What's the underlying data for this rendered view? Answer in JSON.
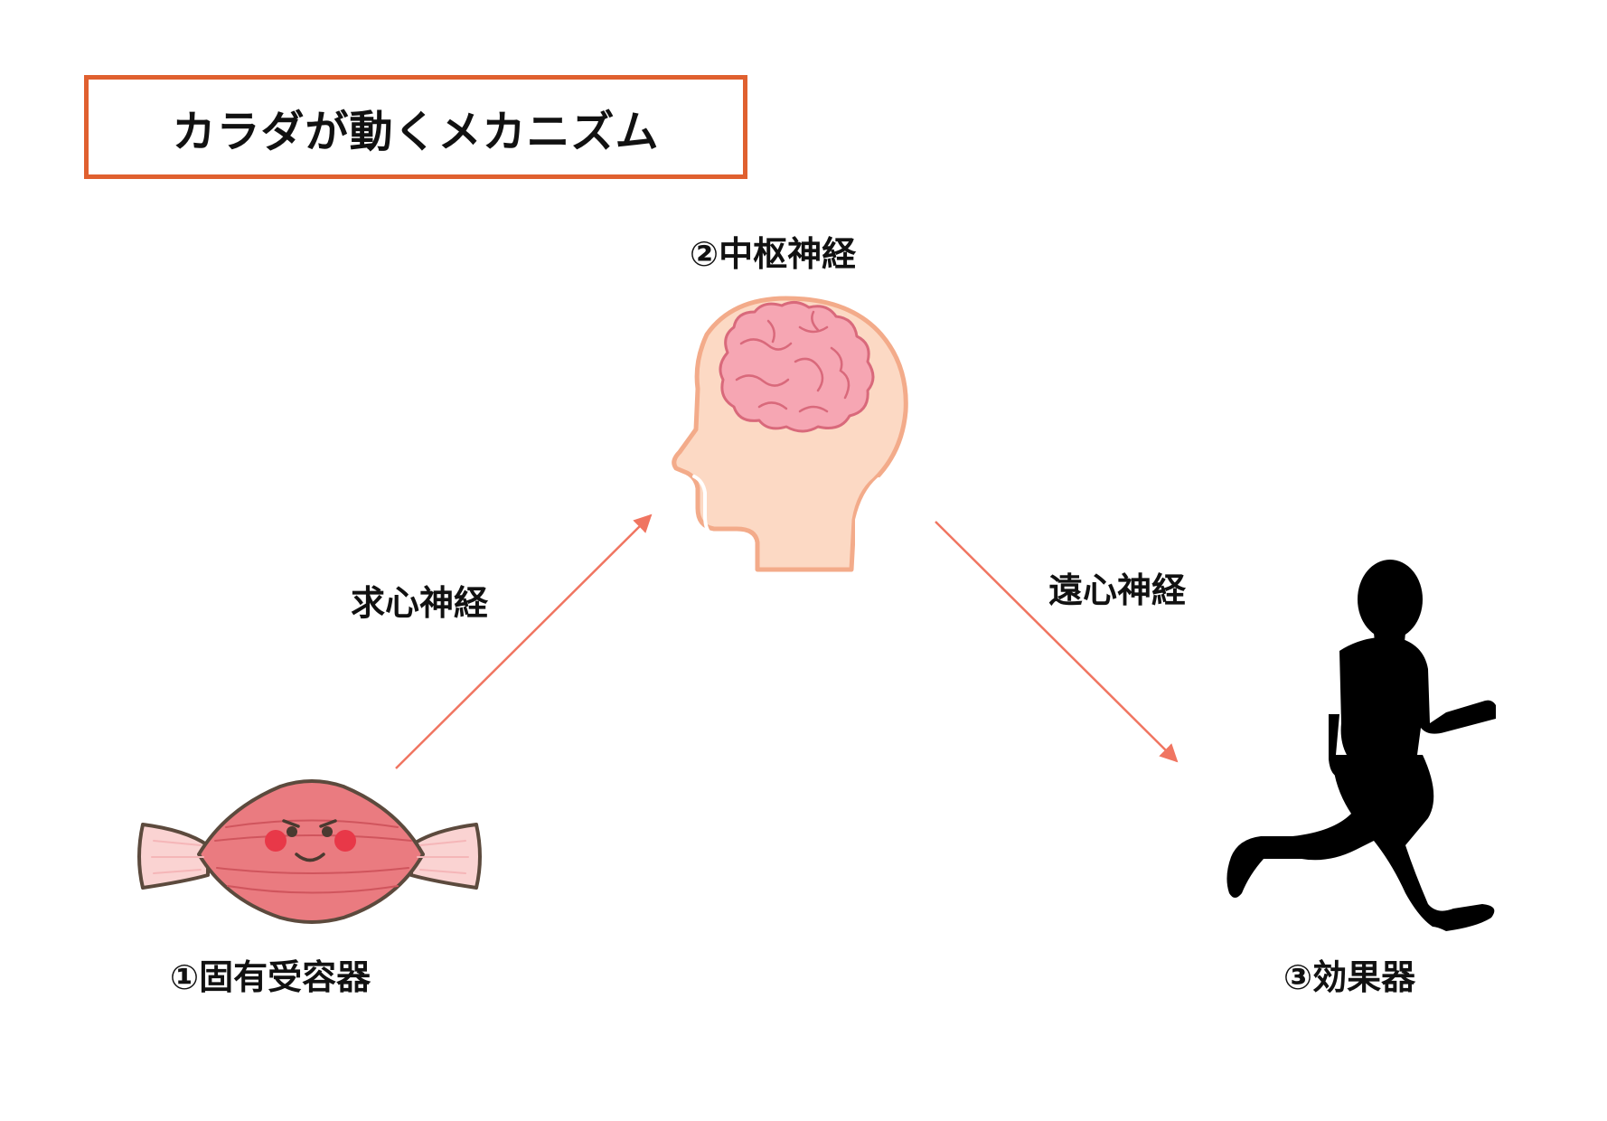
{
  "title": "カラダが動くメカニズム",
  "nodes": {
    "receptor": {
      "label": "①固有受容器",
      "icon": "muscle-icon"
    },
    "cns": {
      "label": "②中枢神経",
      "icon": "brain-head-icon"
    },
    "effector": {
      "label": "③効果器",
      "icon": "running-person-icon"
    }
  },
  "edges": {
    "afferent": {
      "label": "求心神経"
    },
    "efferent": {
      "label": "遠心神経"
    }
  },
  "colors": {
    "title_border": "#e0602f",
    "arrow": "#f07561",
    "skin": "#fcd9c4",
    "skin_outline": "#f3ab8a",
    "brain": "#f6a6b3",
    "muscle": "#ea7b80",
    "silhouette": "#000000"
  }
}
